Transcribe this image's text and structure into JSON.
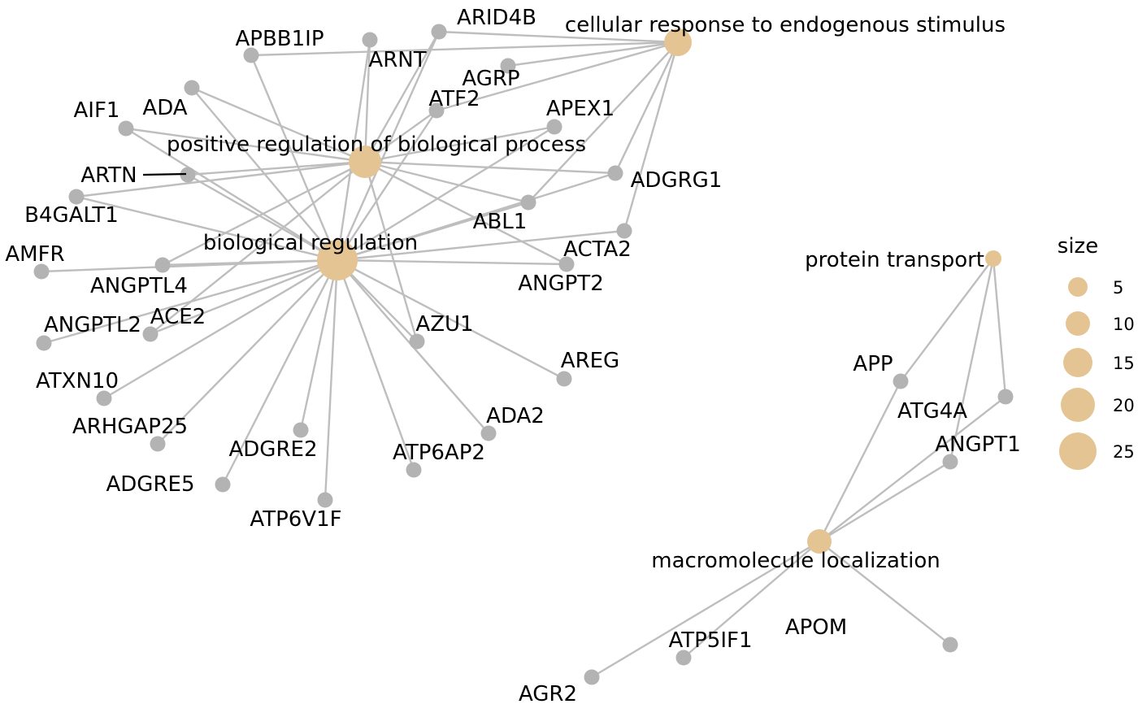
{
  "colors": {
    "category_node": "#E5C494",
    "gene_node": "#B3B3B3",
    "edge": "#BEBEBE",
    "label_leader": "#000000",
    "background": "#FFFFFF"
  },
  "categories": [
    {
      "id": "prbp",
      "label": "positive regulation of biological process"
    },
    {
      "id": "biol",
      "label": "biological regulation"
    },
    {
      "id": "cres",
      "label": "cellular response to endogenous stimulus"
    },
    {
      "id": "ptra",
      "label": "protein transport"
    },
    {
      "id": "mloc",
      "label": "macromolecule localization"
    }
  ],
  "genes": [
    "ARID4B",
    "APBB1IP",
    "ARNT",
    "AGRP",
    "ADA",
    "ATF2",
    "AIF1",
    "APEX1",
    "ARTN",
    "ADGRG1",
    "B4GALT1",
    "ABL1",
    "ACTA2",
    "AMFR",
    "ANGPTL4",
    "ANGPT2",
    "ANGPTL2",
    "ACE2",
    "AZU1",
    "AREG",
    "ATXN10",
    "ARHGAP25",
    "ADA2",
    "ADGRE2",
    "ADGRE5",
    "ATP6AP2",
    "ATP6V1F",
    "APP",
    "ATG4A",
    "ANGPT1",
    "APOM",
    "ATP5IF1",
    "AGR2"
  ],
  "edges": [
    [
      "prbp",
      "ARID4B"
    ],
    [
      "prbp",
      "ARNT"
    ],
    [
      "prbp",
      "ADA"
    ],
    [
      "prbp",
      "ATF2"
    ],
    [
      "prbp",
      "AIF1"
    ],
    [
      "prbp",
      "APEX1"
    ],
    [
      "prbp",
      "ARTN"
    ],
    [
      "prbp",
      "ADGRG1"
    ],
    [
      "prbp",
      "B4GALT1"
    ],
    [
      "prbp",
      "ABL1"
    ],
    [
      "prbp",
      "ANGPTL4"
    ],
    [
      "prbp",
      "ANGPT2"
    ],
    [
      "prbp",
      "ACE2"
    ],
    [
      "prbp",
      "AZU1"
    ],
    [
      "biol",
      "ARID4B"
    ],
    [
      "biol",
      "APBB1IP"
    ],
    [
      "biol",
      "ARNT"
    ],
    [
      "biol",
      "ADA"
    ],
    [
      "biol",
      "ATF2"
    ],
    [
      "biol",
      "AIF1"
    ],
    [
      "biol",
      "APEX1"
    ],
    [
      "biol",
      "ARTN"
    ],
    [
      "biol",
      "ADGRG1"
    ],
    [
      "biol",
      "B4GALT1"
    ],
    [
      "biol",
      "ABL1"
    ],
    [
      "biol",
      "ACTA2"
    ],
    [
      "biol",
      "AMFR"
    ],
    [
      "biol",
      "ANGPTL4"
    ],
    [
      "biol",
      "ANGPT2"
    ],
    [
      "biol",
      "ANGPTL2"
    ],
    [
      "biol",
      "ACE2"
    ],
    [
      "biol",
      "AZU1"
    ],
    [
      "biol",
      "AREG"
    ],
    [
      "biol",
      "ATXN10"
    ],
    [
      "biol",
      "ARHGAP25"
    ],
    [
      "biol",
      "ADA2"
    ],
    [
      "biol",
      "ADGRE2"
    ],
    [
      "biol",
      "ADGRE5"
    ],
    [
      "biol",
      "ATP6AP2"
    ],
    [
      "biol",
      "ATP6V1F"
    ],
    [
      "cres",
      "APBB1IP"
    ],
    [
      "cres",
      "ARID4B"
    ],
    [
      "cres",
      "AGRP"
    ],
    [
      "cres",
      "ATF2"
    ],
    [
      "cres",
      "ADGRG1"
    ],
    [
      "cres",
      "ABL1"
    ],
    [
      "cres",
      "ACTA2"
    ],
    [
      "ptra",
      "APP"
    ],
    [
      "ptra",
      "ATG4A"
    ],
    [
      "ptra",
      "ANGPT1"
    ],
    [
      "mloc",
      "APP"
    ],
    [
      "mloc",
      "ATG4A"
    ],
    [
      "mloc",
      "ANGPT1"
    ],
    [
      "mloc",
      "APOM"
    ],
    [
      "mloc",
      "ATP5IF1"
    ],
    [
      "mloc",
      "AGR2"
    ]
  ],
  "legend": {
    "title": "size",
    "ticks": [
      "5",
      "10",
      "15",
      "20",
      "25"
    ]
  }
}
